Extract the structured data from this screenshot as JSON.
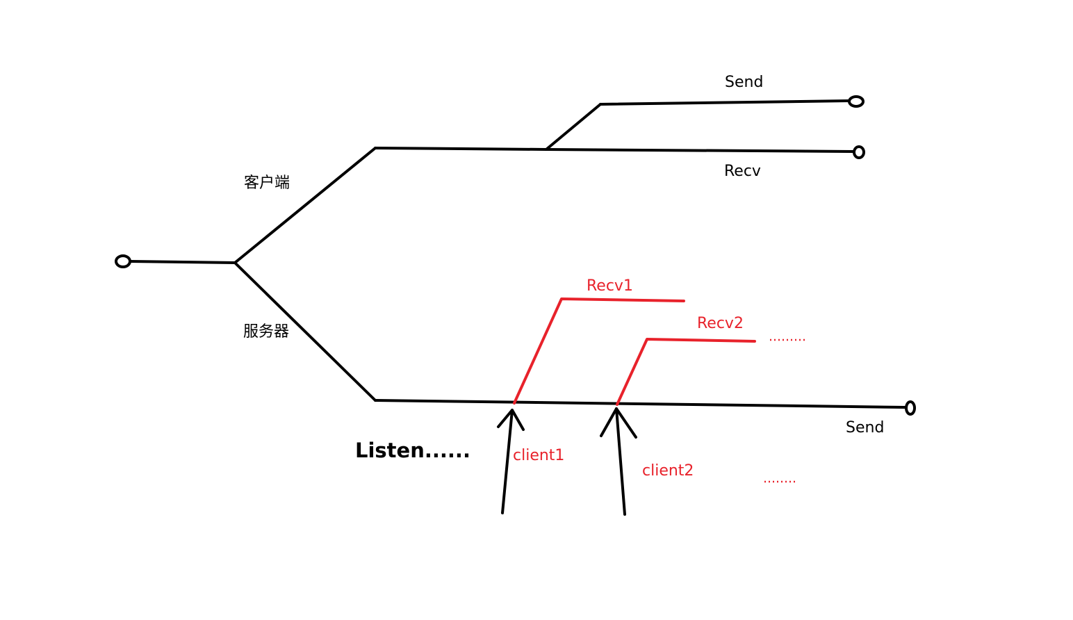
{
  "labels": {
    "client": "客户端",
    "server": "服务器",
    "client_send": "Send",
    "client_recv": "Recv",
    "server_send": "Send",
    "recv1": "Recv1",
    "recv2": "Recv2",
    "listen": "Listen......",
    "client1": "client1",
    "client2": "client2"
  },
  "colors": {
    "line": "#000000",
    "accent": "#e8222b",
    "background": "#ffffff"
  }
}
